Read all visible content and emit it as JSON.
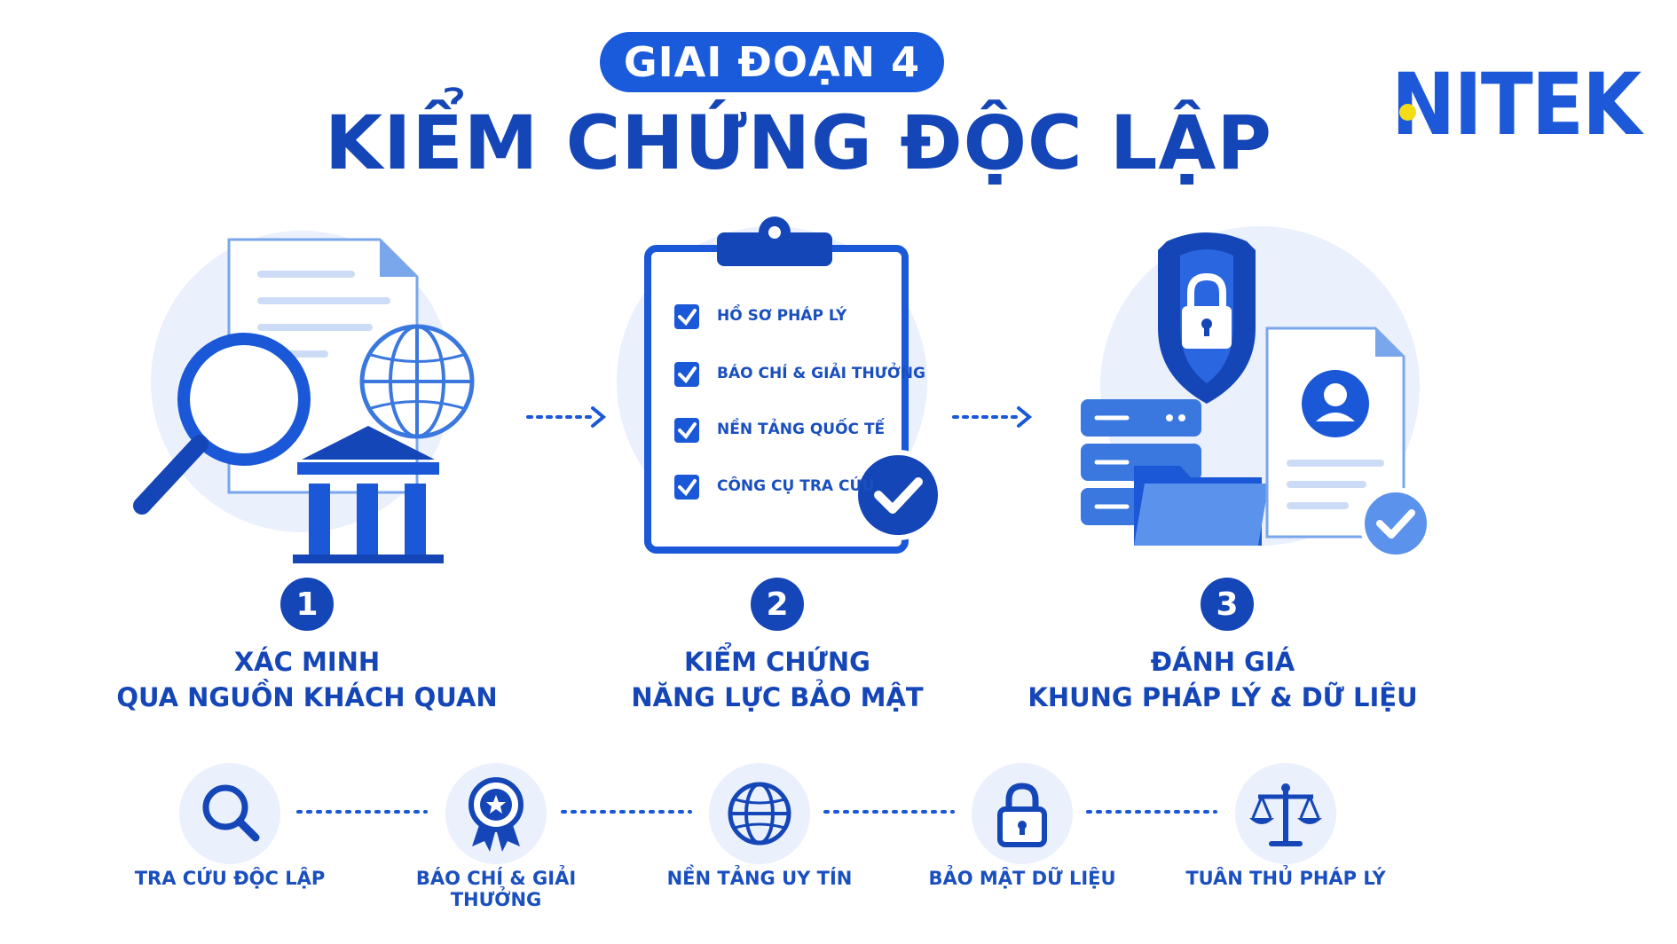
{
  "header": {
    "phase_label": "GIAI ĐOẠN 4",
    "title": "KIỂM CHỨNG ĐỘC LẬP"
  },
  "logo": {
    "text": "NITEK"
  },
  "colors": {
    "primary": "#1546b8",
    "accent": "#1a5bdc",
    "light": "#eaf0fc",
    "logo_dot": "#f4dc17"
  },
  "steps": [
    {
      "number": "1",
      "line1": "XÁC MINH",
      "line2": "QUA NGUỒN KHÁCH QUAN",
      "icon": "search-document-icon"
    },
    {
      "number": "2",
      "line1": "KIỂM CHỨNG",
      "line2": "NĂNG LỰC BẢO MẬT",
      "icon": "clipboard-checklist-icon",
      "checklist": [
        "HỒ SƠ PHÁP LÝ",
        "BÁO CHÍ & GIẢI THƯỞNG",
        "NỀN TẢNG QUỐC TẾ",
        "CÔNG CỤ TRA CỨU"
      ]
    },
    {
      "number": "3",
      "line1": "ĐÁNH GIÁ",
      "line2": "KHUNG PHÁP LÝ & DỮ LIỆU",
      "icon": "shield-server-icon"
    }
  ],
  "bottom_items": [
    {
      "label": "TRA CỨU ĐỘC LẬP",
      "icon": "search-icon"
    },
    {
      "label": "BÁO CHÍ & GIẢI THƯỞNG",
      "icon": "award-badge-icon"
    },
    {
      "label": "NỀN TẢNG UY TÍN",
      "icon": "globe-icon"
    },
    {
      "label": "BẢO MẬT DỮ LIỆU",
      "icon": "lock-icon"
    },
    {
      "label": "TUÂN THỦ PHÁP LÝ",
      "icon": "scales-icon"
    }
  ]
}
